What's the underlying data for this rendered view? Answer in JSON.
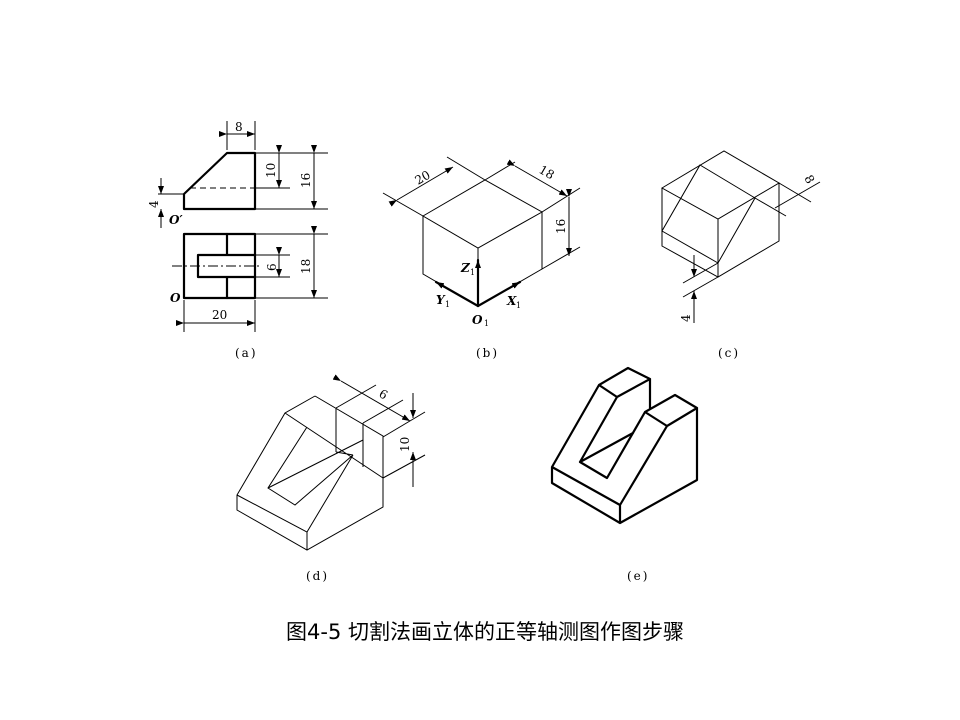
{
  "caption": "图4-5  切割法画立体的正等轴测图作图步骤",
  "views": {
    "a": {
      "label": "(a)",
      "dims": {
        "top_width": "8",
        "slope_height": "10",
        "total_height": "16",
        "base_height": "4",
        "slot_width": "6",
        "depth": "18",
        "length": "20"
      },
      "origin_front": "O′",
      "origin_top": "O"
    },
    "b": {
      "label": "(b)",
      "dims": {
        "length": "20",
        "depth": "18",
        "height": "16"
      },
      "axes": {
        "z": "Z",
        "y": "Y",
        "x": "X",
        "origin": "O",
        "sub": "1"
      }
    },
    "c": {
      "label": "(c)",
      "dims": {
        "top": "8",
        "base": "4"
      }
    },
    "d": {
      "label": "(d)",
      "dims": {
        "slot_width": "6",
        "slot_depth": "10"
      }
    },
    "e": {
      "label": "(e)"
    }
  }
}
